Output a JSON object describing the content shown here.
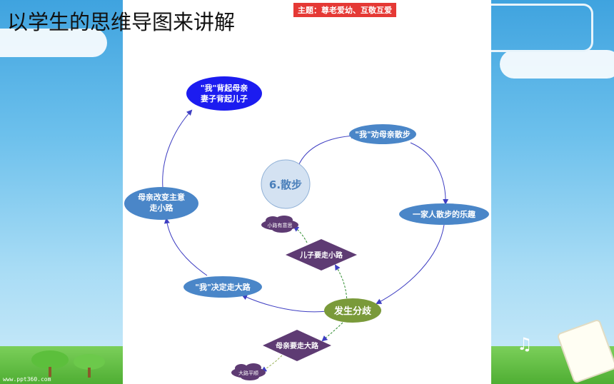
{
  "slide": {
    "title": "以学生的思维导图来讲解",
    "theme_badge": "主题：尊老爱幼、互敬互爱",
    "watermark": "www.ppt360.com"
  },
  "mindmap": {
    "center": "6.散步",
    "nodes": {
      "carry": [
        "\"我\"背起母亲",
        "妻子背起儿子"
      ],
      "persuade": "\"我\"劝母亲散步",
      "joy": "一家人散步的乐趣",
      "diverge": "发生分歧",
      "decide": "\"我\"决定走大路",
      "mother_change": [
        "母亲改变主意",
        "走小路"
      ],
      "son_wants": "儿子要走小路",
      "mother_wants": "母亲要走大路",
      "small_road": "小路有意思",
      "big_road": "大路平顺"
    }
  },
  "colors": {
    "blue_node": "#4a86c8",
    "dark_blue_node": "#1c1cf0",
    "center_fill": "#d4e2f2",
    "green_node": "#7a9a3a",
    "purple_node": "#5e3b73",
    "arrow": "#3e3ec2"
  }
}
